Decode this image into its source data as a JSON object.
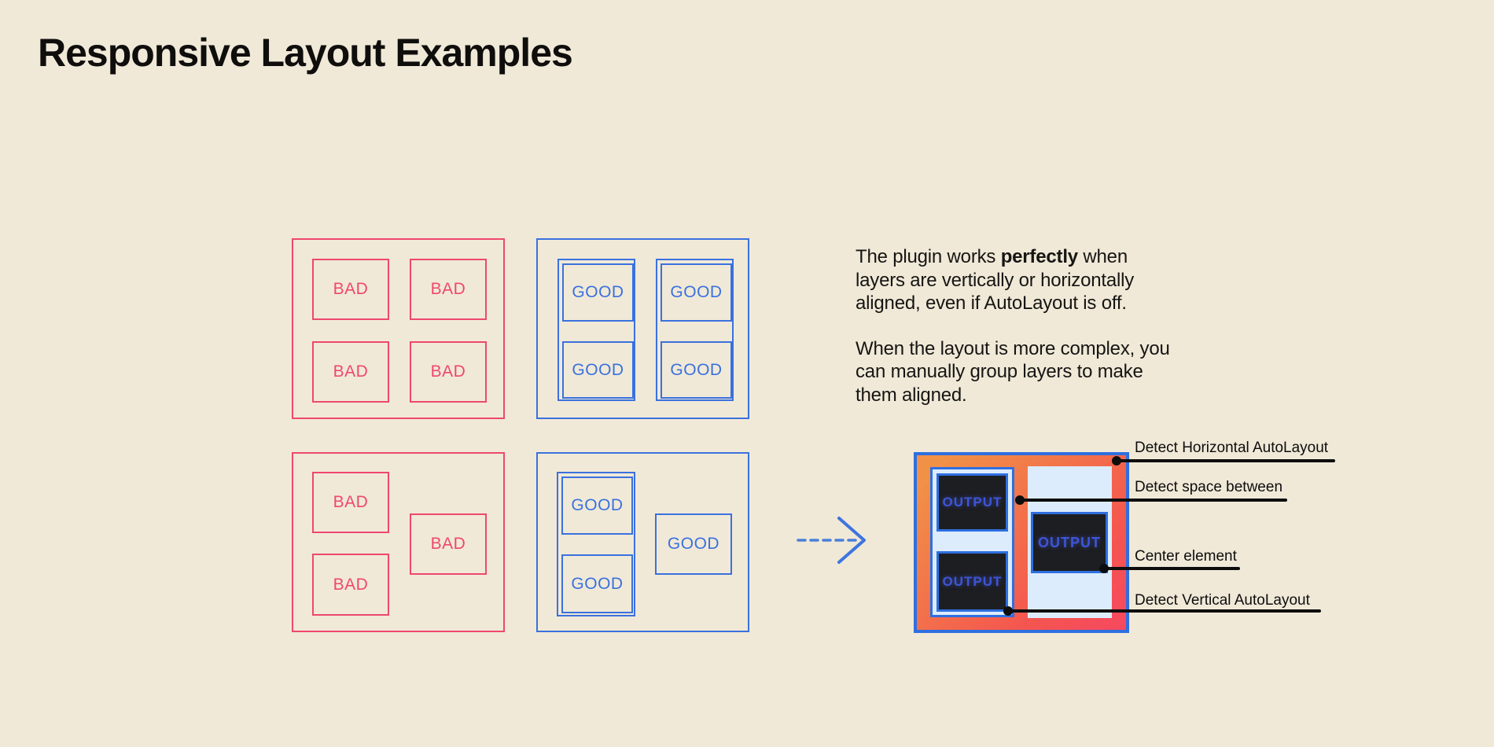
{
  "title": "Responsive Layout Examples",
  "examples": {
    "bad_label": "BAD",
    "good_label": "GOOD",
    "output_label": "OUTPUT"
  },
  "description": {
    "p1_line1_pre": "The plugin works ",
    "p1_line1_bold": "perfectly",
    "p1_line1_post": " when",
    "p1_line2": "layers are vertically or horizontally",
    "p1_line3": "aligned, even if AutoLayout is off.",
    "p2_line1": "When the layout is more complex, you",
    "p2_line2": "can manually group layers to make",
    "p2_line3": "them aligned."
  },
  "annotations": {
    "horizontal_autolayout": "Detect Horizontal AutoLayout",
    "space_between": "Detect space between",
    "center_element": "Center element",
    "vertical_autolayout": "Detect Vertical AutoLayout"
  },
  "colors": {
    "background": "#f0e9d8",
    "bad": "#ef476f",
    "good": "#3a71de",
    "output_border": "#2e6fe0",
    "output_gradient_start": "#f19146",
    "output_gradient_end": "#f64860",
    "output_panel_light": "#dcecfc",
    "output_dark": "#1d1e21",
    "output_text": "#3d55d8",
    "annotation_line": "#0d0d0d"
  }
}
